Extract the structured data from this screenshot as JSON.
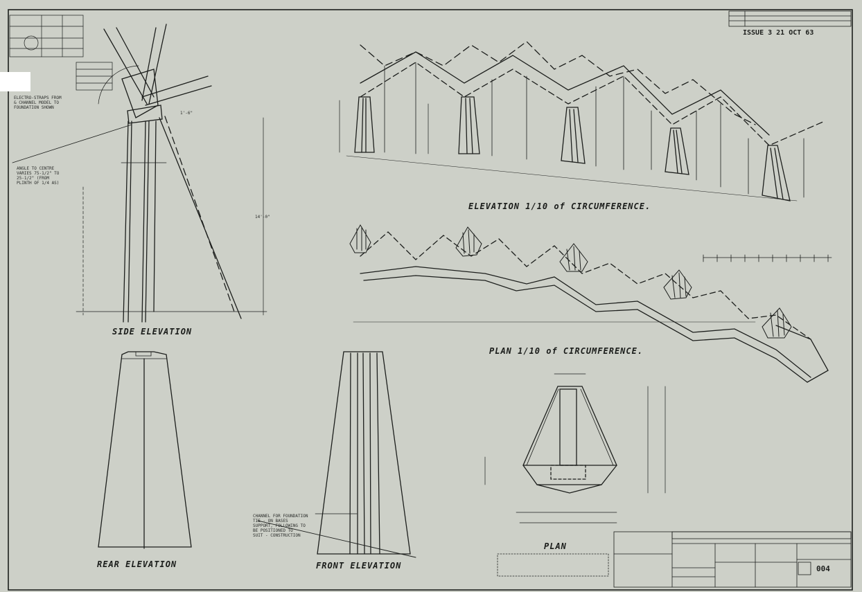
{
  "issue": "ISSUE 3  21 OCT 63",
  "sheet_number": "004",
  "views": {
    "side_elevation": "SIDE ELEVATION",
    "elevation_circ": "ELEVATION 1/10 of CIRCUMFERENCE.",
    "plan_circ": "PLAN 1/10 of CIRCUMFERENCE.",
    "plan": "PLAN",
    "rear_elevation": "REAR ELEVATION",
    "front_elevation": "FRONT ELEVATION"
  },
  "notes": {
    "reinforce": "ELECTRO-STRAPS FROM\n& CHANNEL MODEL TO\nFOUNDATION SHOWN",
    "angle": "ANGLE TO CENTRE\nVARIES 75-1/2\" TO\n25-1/2\" (FROM\nPLINTH OF 1/4 AS)",
    "dim_side": "1'-6\"",
    "dim_14": "14'-0\"",
    "channel": "CHANNEL FOR FOUNDATION\nTIE - ON BASES\nSUPPORT, FOLLOWING TO\nBE POSITIONED TO\nSUIT - CONSTRUCTION"
  },
  "colors": {
    "paper": "#cdd0c8",
    "ink": "#1c1e1c"
  }
}
